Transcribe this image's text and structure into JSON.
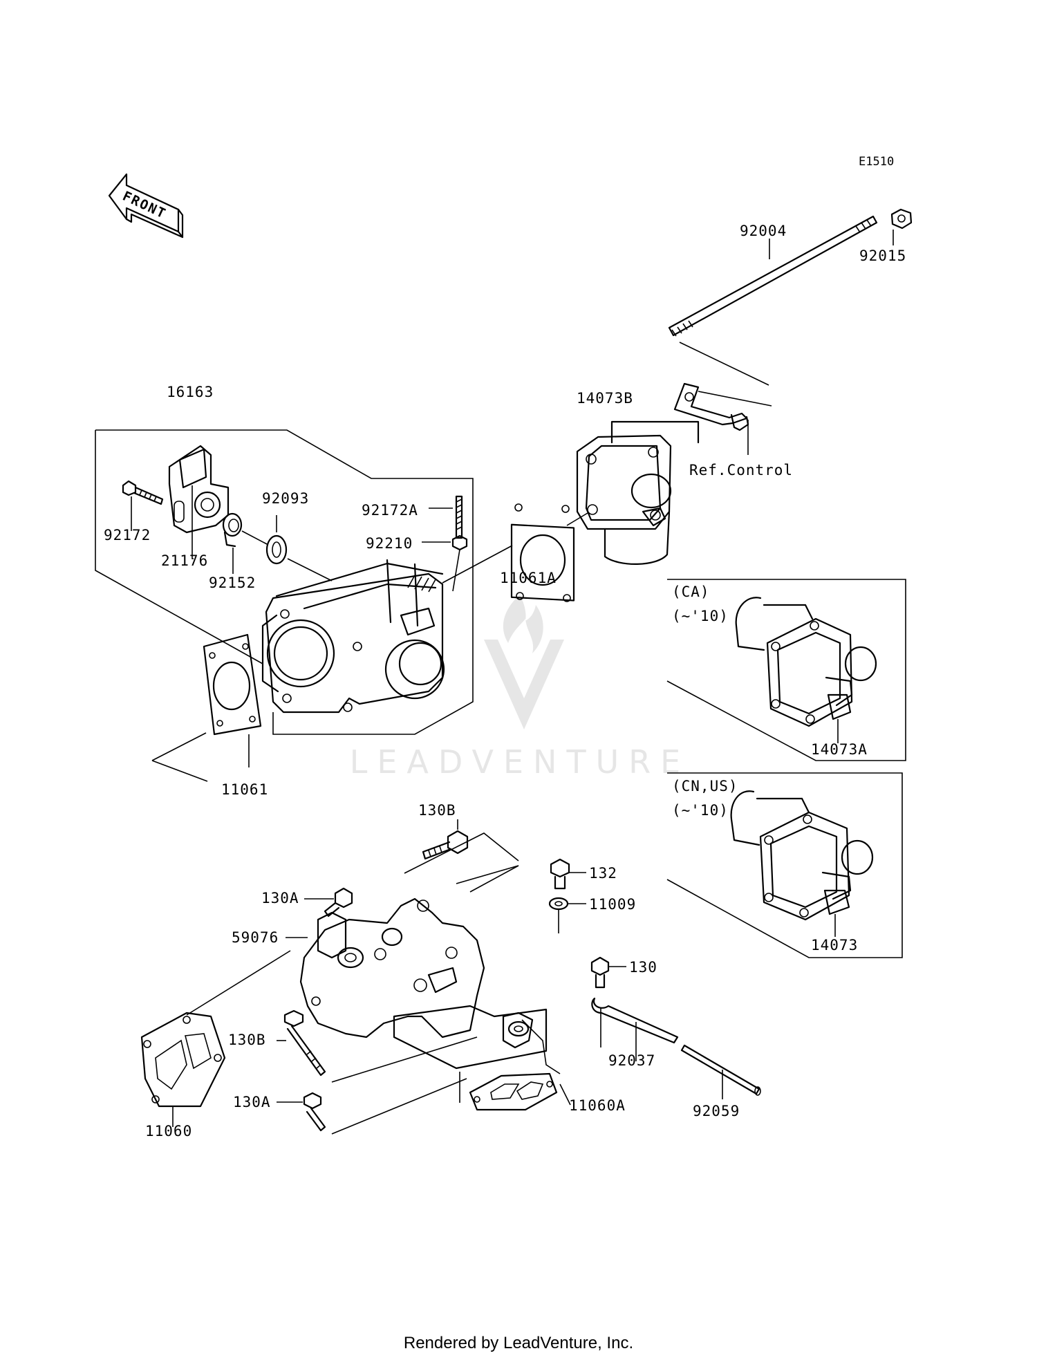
{
  "diagram": {
    "code": "E1510",
    "front_label": "FRONT",
    "watermark": "LEADVENTURE",
    "ref_note": "Ref.Control",
    "insets": {
      "ca": {
        "region": "(CA)",
        "years": "(~'10)",
        "part": "14073A"
      },
      "cnus": {
        "region": "(CN,US)",
        "years": "(~'10)",
        "part": "14073"
      }
    },
    "parts": {
      "p92004": "92004",
      "p92015": "92015",
      "p16163": "16163",
      "p14073B": "14073B",
      "p92093": "92093",
      "p92172A": "92172A",
      "p92210": "92210",
      "p92172": "92172",
      "p21176": "21176",
      "p92152": "92152",
      "p11061A": "11061A",
      "p11061": "11061",
      "p130B_top": "130B",
      "p132": "132",
      "p130A_top": "130A",
      "p11009": "11009",
      "p59076": "59076",
      "p130": "130",
      "p130B_left": "130B",
      "p92037": "92037",
      "p130A_left": "130A",
      "p11060A": "11060A",
      "p92059": "92059",
      "p11060": "11060"
    }
  },
  "footer": {
    "text": "Rendered by LeadVenture, Inc."
  }
}
